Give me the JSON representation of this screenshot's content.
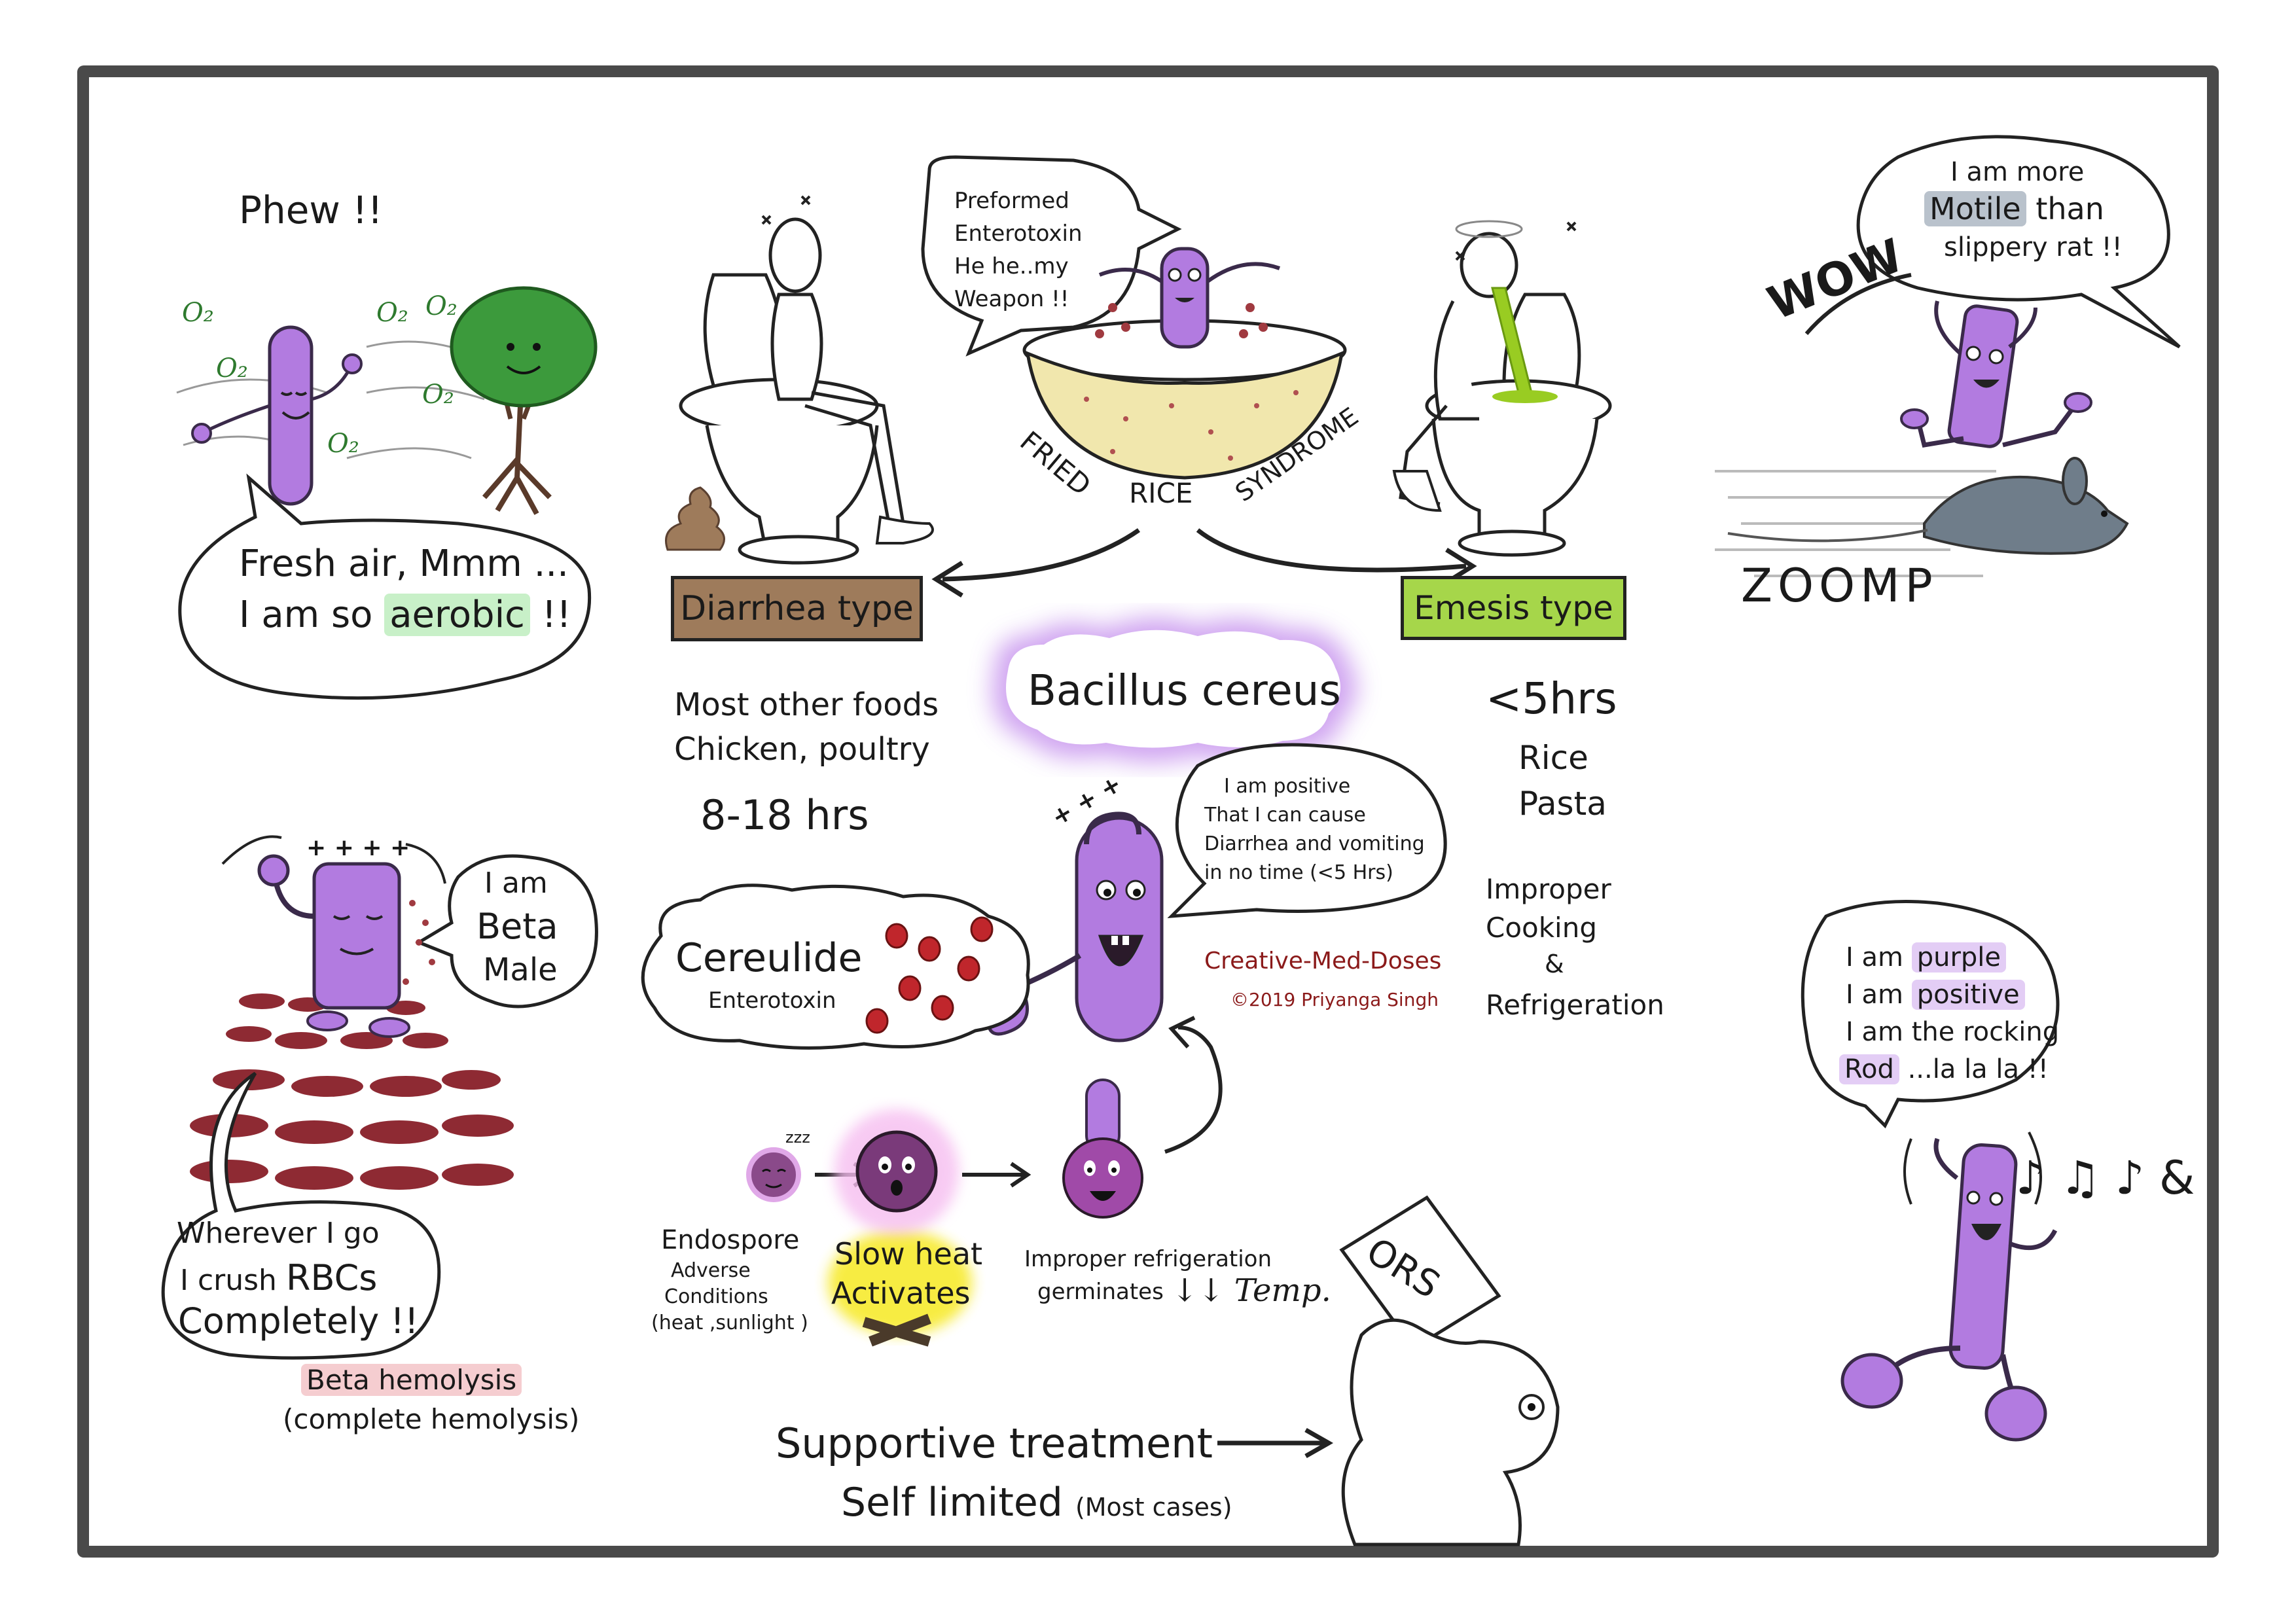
{
  "colors": {
    "bacterium_purple": "#b27be0",
    "bacterium_outline": "#3a2a4a",
    "diarrhea_box": "#9e7b5b",
    "emesis_box": "#a6d64a",
    "aerobic_highlight": "#c8f0c8",
    "motile_highlight": "#b9c2cc",
    "purple_highlight": "#e3cdf5",
    "hemolysis_highlight": "#f5cdd0",
    "rbc_red": "#8e2a33",
    "credit_red": "#8b1a1a",
    "tree_green": "#3c9a3c",
    "vomit_green": "#99cc22",
    "rice_yellow": "#f1e7ad",
    "heat_yellow": "#f7ea2e"
  },
  "title": {
    "main": "Bacillus cereus"
  },
  "aerobic": {
    "exclaim": "Phew !!",
    "oxygen": "O₂",
    "line1": "Fresh air, Mmm ...",
    "line2_pre": "I am so",
    "line2_hl": "aerobic",
    "line2_post": "!!"
  },
  "fried_rice": {
    "bubble": [
      "Preformed",
      "Enterotoxin",
      "He he..my",
      "Weapon !!"
    ],
    "word1": "FRIED",
    "word2": "RICE",
    "word3": "SYNDROME"
  },
  "diarrhea": {
    "label": "Diarrhea type",
    "foods1": "Most other foods",
    "foods2": "Chicken, poultry",
    "time": "8-18 hrs"
  },
  "emesis": {
    "label": "Emesis type",
    "time": "<5hrs",
    "food1": "Rice",
    "food2": "Pasta",
    "cause1": "Improper",
    "cause2": "Cooking",
    "cause3": "&",
    "cause4": "Refrigeration"
  },
  "motile": {
    "line1": "I am more",
    "line2_hl": "Motile",
    "line2_post": "than",
    "line3": "slippery rat !!",
    "wow": "WOW",
    "zoomp": "ZOOMP"
  },
  "beta": {
    "bubble1": "I am",
    "bubble2": "Beta",
    "bubble3": "Male",
    "plus": "+ + + +",
    "crush1": "Wherever I go",
    "crush2_pre": "I crush",
    "crush2_big": "RBCs",
    "crush3": "Completely !!",
    "hemolysis": "Beta hemolysis",
    "hemolysis_sub": "(complete hemolysis)"
  },
  "cereulide": {
    "title": "Cereulide",
    "sub": "Enterotoxin"
  },
  "central": {
    "bubble": [
      "I am positive",
      "That I can cause",
      "Diarrhea and vomiting",
      "in no time (<5 Hrs)"
    ],
    "plus": "+ + +",
    "credit": "Creative-Med-Doses",
    "copyright": "©2019 Priyanga Singh"
  },
  "lifecycle": {
    "zzz": "zzz",
    "endospore": "Endospore",
    "adverse1": "Adverse",
    "adverse2": "Conditions",
    "adverse3": "(heat ,sunlight )",
    "heat1": "Slow heat",
    "heat2": "Activates",
    "germ1": "Improper refrigeration",
    "germ2": "germinates",
    "temp": "↓↓ Temp."
  },
  "treatment": {
    "line1": "Supportive treatment",
    "line2": "Self limited",
    "line2_sub": "(Most cases)",
    "ors": "ORS"
  },
  "positive": {
    "l1_pre": "I am",
    "l1_hl": "purple",
    "l2_pre": "I am",
    "l2_hl": "positive",
    "l3": "I am the rocking",
    "l4_hl": "Rod",
    "l4_post": "...la la la !!",
    "notes": "♪ ♫ ♪ &"
  }
}
